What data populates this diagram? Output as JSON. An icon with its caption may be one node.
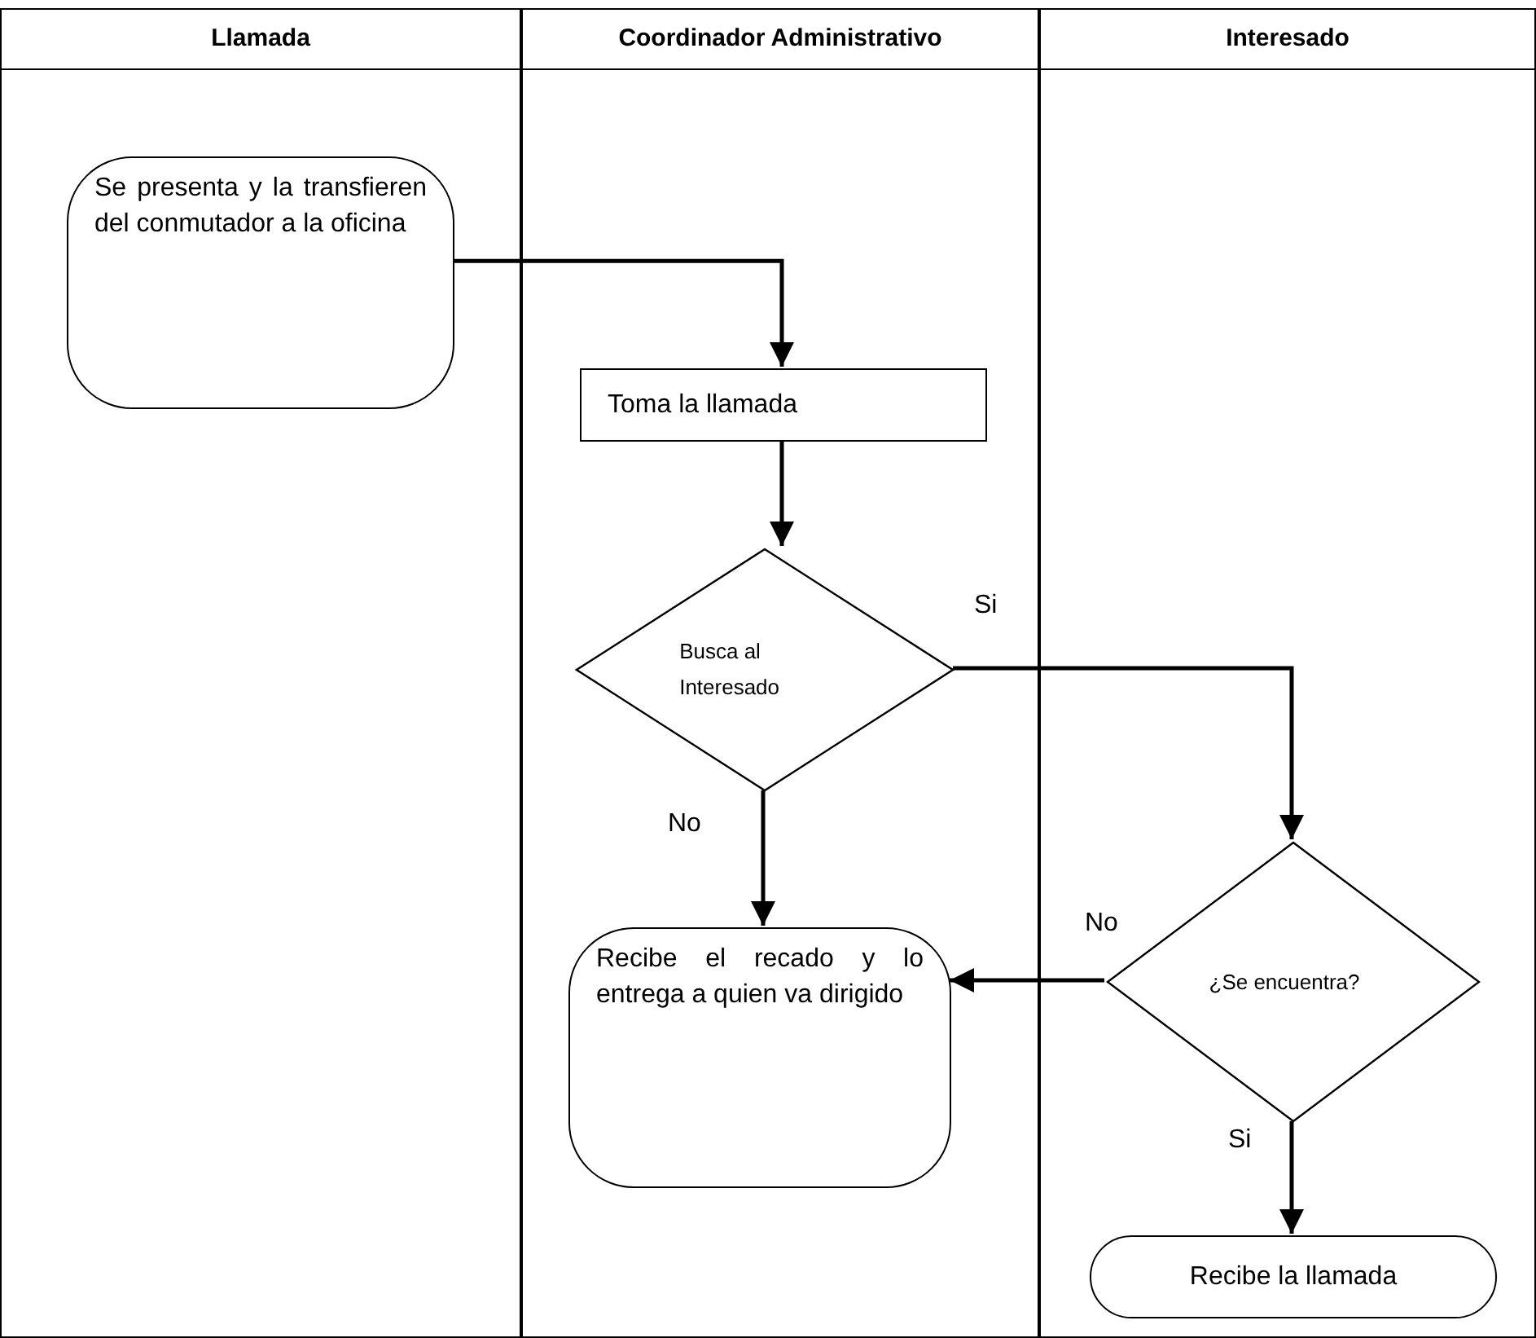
{
  "diagram": {
    "nodes": [
      {
        "text": [
          "Llamada"
        ]
      },
      {
        "text": [
          "Coordinador Administrativo"
        ]
      },
      {
        "text": [
          "Interesado"
        ]
      },
      {
        "text": [
          "Se presenta y la transfieren del conmutador a la oficina"
        ],
        "in": 0
      },
      {
        "text": [
          "Toma la llamada"
        ],
        "in": 1
      },
      {
        "text": [
          "Busca al Interesado"
        ],
        "in": 1
      },
      {
        "text": [
          "Recibe el recado y lo entrega a quien va dirigido"
        ],
        "in": 1
      },
      {
        "text": [
          "¿Se encuentra?"
        ],
        "in": 2
      },
      {
        "text": [
          "Recibe la llamada"
        ],
        "in": 2
      }
    ],
    "edges": [
      {
        "from": 3,
        "to": 4,
        "arrow": "to"
      },
      {
        "from": 4,
        "to": 5,
        "arrow": "to"
      },
      {
        "from": 5,
        "to": 6,
        "arrow": "to",
        "label": "No"
      },
      {
        "from": 5,
        "to": 7,
        "arrow": "to",
        "label": "Si"
      },
      {
        "from": 7,
        "to": 6,
        "arrow": "to",
        "label": "No"
      },
      {
        "from": 7,
        "to": 8,
        "arrow": "to",
        "label": "Si"
      }
    ]
  }
}
